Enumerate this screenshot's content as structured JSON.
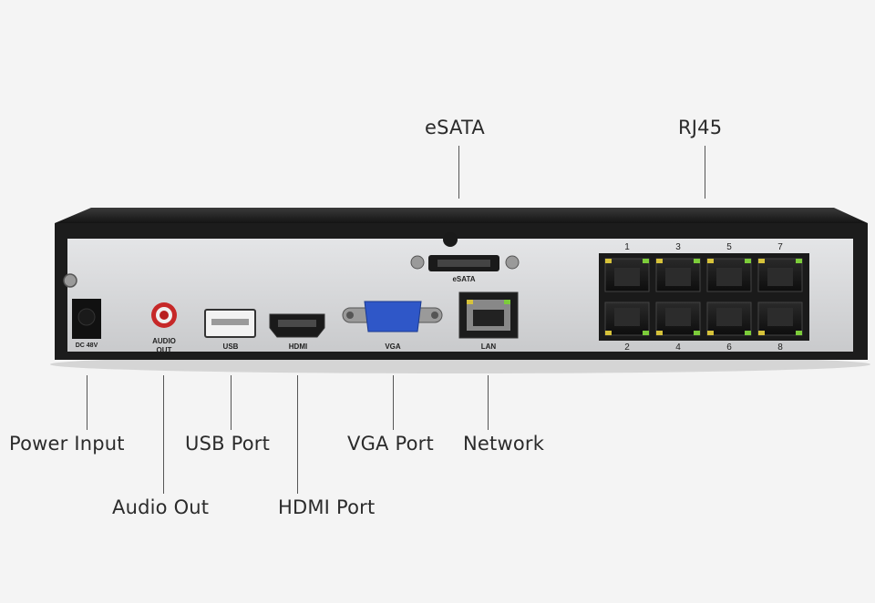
{
  "callouts": {
    "esata": "eSATA",
    "rj45": "RJ45",
    "power_input": "Power Input",
    "usb_port": "USB Port",
    "vga_port": "VGA Port",
    "network": "Network",
    "audio_out": "Audio Out",
    "hdmi_port": "HDMI Port"
  },
  "panel_labels": {
    "dc": "DC 48V",
    "audio_line1": "AUDIO",
    "audio_line2": "OUT",
    "usb": "USB",
    "hdmi": "HDMI",
    "vga": "VGA",
    "esata": "eSATA",
    "lan": "LAN"
  },
  "poe_port_numbers": {
    "top": [
      "1",
      "3",
      "5",
      "7"
    ],
    "bottom": [
      "2",
      "4",
      "6",
      "8"
    ]
  },
  "colors": {
    "background": "#f4f4f4",
    "chassis": "#1c1c1c",
    "panel": "#d8d9db",
    "vga_connector": "#2f57c8",
    "audio_jack": "#c62828",
    "led_green": "#7ccc3a",
    "led_yellow": "#d6c23a"
  }
}
